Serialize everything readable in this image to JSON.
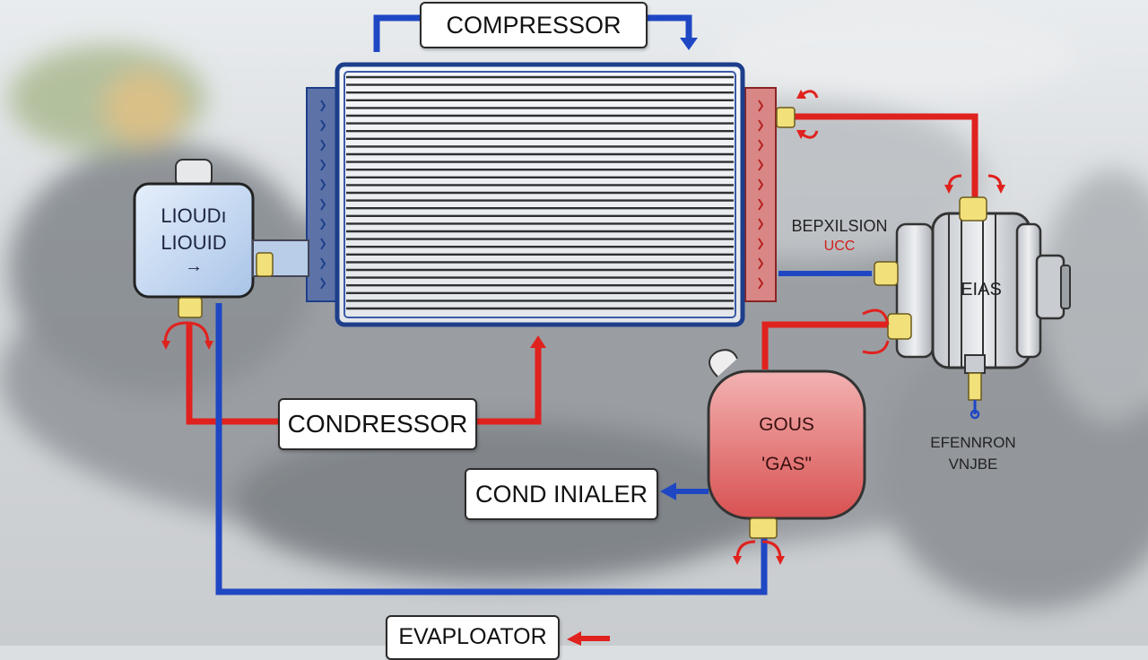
{
  "labels": {
    "top_compressor": "COMPRESSOR",
    "left_condressor": "CONDRESSOR",
    "cond_inialer": "COND INIALER",
    "evaplorator": "EVAPLOATOR",
    "receiver_line1": "LIOUDı",
    "receiver_line2": "LIOUID",
    "receiver_arrow": "→",
    "compressor_body": "EIAS",
    "tank_line1": "GOUS",
    "tank_line2": "'GAS\"",
    "bepxilsion_line1": "BEPXILSION",
    "bepxilsion_line2": "UCC",
    "efenron_line1": "EFENNRON",
    "efenron_line2": "VNJBE"
  },
  "colors": {
    "hot_line": "#e0221e",
    "cold_line": "#1f47c4",
    "condenser_frame": "#1d3e8a",
    "condenser_fin": "#ffffff",
    "receiver_fill": "#c9dcf3",
    "tank_fill": "#e36a6a",
    "compressor_fill": "#d8dadd",
    "fitting_yellow": "#f2e07a"
  },
  "icons": [
    "arrow-icon",
    "fitting-icon",
    "cap-icon"
  ]
}
